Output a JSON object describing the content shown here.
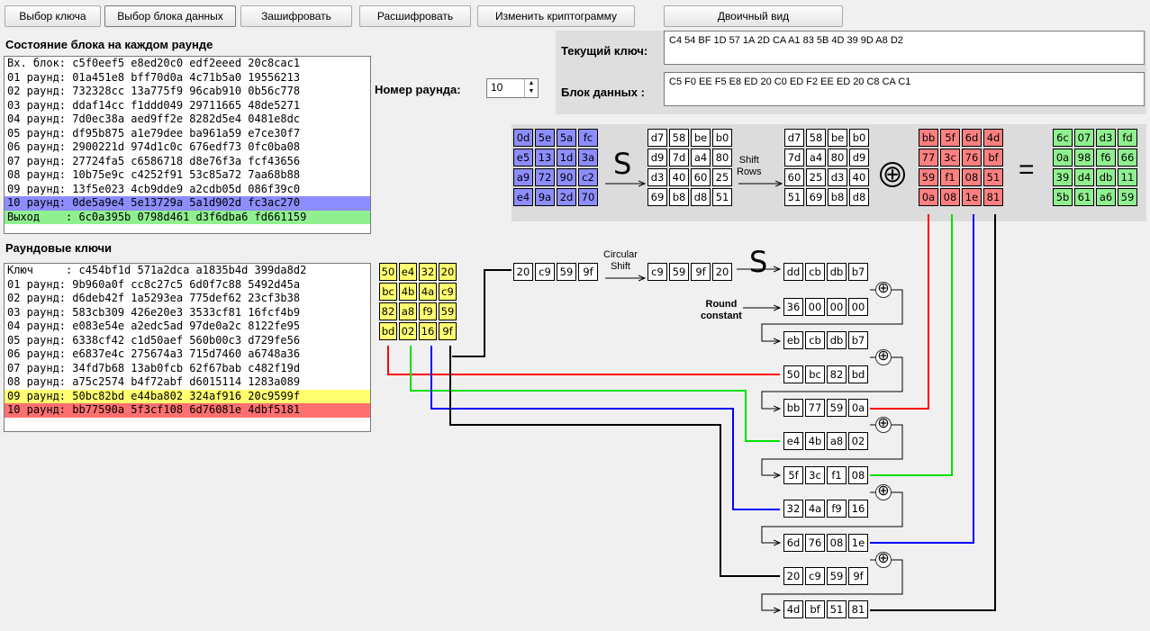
{
  "toolbar": {
    "select_key": "Выбор ключа",
    "select_block": "Выбор блока данных",
    "encrypt": "Зашифровать",
    "decrypt": "Расшифровать",
    "change_cipher": "Изменить криптограмму",
    "binary_view": "Двоичный вид"
  },
  "state_section": {
    "title": "Состояние блока на каждом раунде",
    "rows": [
      "Вх. блок: c5f0eef5 e8ed20c0 edf2eeed 20c8cac1",
      "01 раунд: 01a451e8 bff70d0a 4c71b5a0 19556213",
      "02 раунд: 732328cc 13a775f9 96cab910 0b56c778",
      "03 раунд: ddaf14cc f1ddd049 29711665 48de5271",
      "04 раунд: 7d0ec38a aed9ff2e 8282d5e4 0481e8dc",
      "05 раунд: df95b875 a1e79dee ba961a59 e7ce30f7",
      "06 раунд: 2900221d 974d1c0c 676edf73 0fc0ba08",
      "07 раунд: 27724fa5 c6586718 d8e76f3a fcf43656",
      "08 раунд: 10b75e9c c4252f91 53c85a72 7aa68b88",
      "09 раунд: 13f5e023 4cb9dde9 a2cdb05d 086f39c0",
      "10 раунд: 0de5a9e4 5e13729a 5a1d902d fc3ac270",
      "Выход    : 6c0a395b 0798d461 d3f6dba6 fd661159"
    ]
  },
  "keys_section": {
    "title": "Раундовые ключи",
    "rows": [
      "Ключ     : c454bf1d 571a2dca a1835b4d 399da8d2",
      "01 раунд: 9b960a0f cc8c27c5 6d0f7c88 5492d45a",
      "02 раунд: d6deb42f 1a5293ea 775def62 23cf3b38",
      "03 раунд: 583cb309 426e20e3 3533cf81 16fcf4b9",
      "04 раунд: e083e54e a2edc5ad 97de0a2c 8122fe95",
      "05 раунд: 6338cf42 c1d50aef 560b00c3 d729fe56",
      "06 раунд: e6837e4c 275674a3 715d7460 a6748a36",
      "07 раунд: 34fd7b68 13ab0fcb 62f67bab c482f19d",
      "08 раунд: a75c2574 b4f72abf d6015114 1283a089",
      "09 раунд: 50bc82bd e44ba802 324af916 20c9599f",
      "10 раунд: bb77590a 5f3cf108 6d76081e 4dbf5181"
    ]
  },
  "round_number": {
    "label": "Номер раунда:",
    "value": "10"
  },
  "current_key": {
    "label": "Текущий ключ:",
    "value": "C4 54 BF 1D 57 1A 2D CA A1 83 5B 4D 39 9D A8 D2"
  },
  "data_block": {
    "label": "Блок данных :",
    "value": "C5 F0 EE F5 E8 ED 20 C0 ED F2 EE ED 20 C8 CA C1"
  },
  "diagram": {
    "state_in": [
      "0d",
      "5e",
      "5a",
      "fc",
      "e5",
      "13",
      "1d",
      "3a",
      "a9",
      "72",
      "90",
      "c2",
      "e4",
      "9a",
      "2d",
      "70"
    ],
    "after_sub": [
      "d7",
      "58",
      "be",
      "b0",
      "d9",
      "7d",
      "a4",
      "80",
      "d3",
      "40",
      "60",
      "25",
      "69",
      "b8",
      "d8",
      "51"
    ],
    "after_shift": [
      "d7",
      "58",
      "be",
      "b0",
      "7d",
      "a4",
      "80",
      "d9",
      "60",
      "25",
      "d3",
      "40",
      "51",
      "69",
      "b8",
      "d8"
    ],
    "round_key": [
      "bb",
      "5f",
      "6d",
      "4d",
      "77",
      "3c",
      "76",
      "bf",
      "59",
      "f1",
      "08",
      "51",
      "0a",
      "08",
      "1e",
      "81"
    ],
    "output": [
      "6c",
      "07",
      "d3",
      "fd",
      "0a",
      "98",
      "f6",
      "66",
      "39",
      "d4",
      "db",
      "11",
      "5b",
      "61",
      "a6",
      "59"
    ],
    "prev_key": [
      "50",
      "e4",
      "32",
      "20",
      "bc",
      "4b",
      "4a",
      "c9",
      "82",
      "a8",
      "f9",
      "59",
      "bd",
      "02",
      "16",
      "9f"
    ],
    "s_label": "S",
    "shift_rows_label": "Shift\nRows",
    "circular_shift_label": "Circular\nShift",
    "round_constant_label": "Round\nconstant",
    "eq_label": "=",
    "xor_symbol": "⊕",
    "word_in": [
      "20",
      "c9",
      "59",
      "9f"
    ],
    "word_rot": [
      "c9",
      "59",
      "9f",
      "20"
    ],
    "ks_rows": [
      [
        "dd",
        "cb",
        "db",
        "b7"
      ],
      [
        "36",
        "00",
        "00",
        "00"
      ],
      [
        "eb",
        "cb",
        "db",
        "b7"
      ],
      [
        "50",
        "bc",
        "82",
        "bd"
      ],
      [
        "bb",
        "77",
        "59",
        "0a"
      ],
      [
        "e4",
        "4b",
        "a8",
        "02"
      ],
      [
        "5f",
        "3c",
        "f1",
        "08"
      ],
      [
        "32",
        "4a",
        "f9",
        "16"
      ],
      [
        "6d",
        "76",
        "08",
        "1e"
      ],
      [
        "20",
        "c9",
        "59",
        "9f"
      ],
      [
        "4d",
        "bf",
        "51",
        "81"
      ]
    ],
    "colors": {
      "red": "#ff0000",
      "green": "#00e000",
      "blue": "#0000ff",
      "black": "#000000"
    }
  }
}
